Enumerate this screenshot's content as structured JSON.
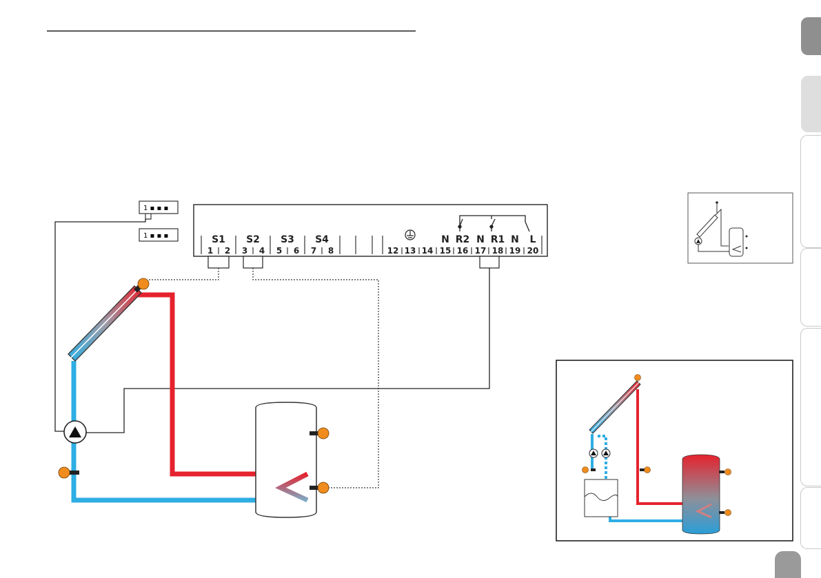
{
  "terminal_block": {
    "sensor_labels": [
      "S1",
      "S2",
      "S3",
      "S4"
    ],
    "numbers": [
      "1",
      "2",
      "3",
      "4",
      "5",
      "6",
      "7",
      "8",
      "12",
      "13",
      "14",
      "15",
      "16",
      "17",
      "18",
      "19",
      "20"
    ],
    "relay_labels": [
      "N",
      "R2",
      "N",
      "R1",
      "N",
      "L"
    ]
  },
  "connectors": [
    {
      "name": "connector-top",
      "text": "1 ▪ ▪ ▪"
    },
    {
      "name": "connector-bottom",
      "text": "1 ▪ ▪ ▪"
    }
  ],
  "page_number": "",
  "colors": {
    "hot_pipe": "#e5232e",
    "cold_pipe": "#2eaee3",
    "sensor": "#f08c1e",
    "tab_dark": "#8f8f8f",
    "tab_light": "#e0e0e0",
    "tab_outline": "#c8c8c8"
  },
  "icons": [
    "pump-icon",
    "ground-icon",
    "relay-switch-icon",
    "solar-collector-icon",
    "storage-tank-icon",
    "temperature-sensor-icon"
  ]
}
